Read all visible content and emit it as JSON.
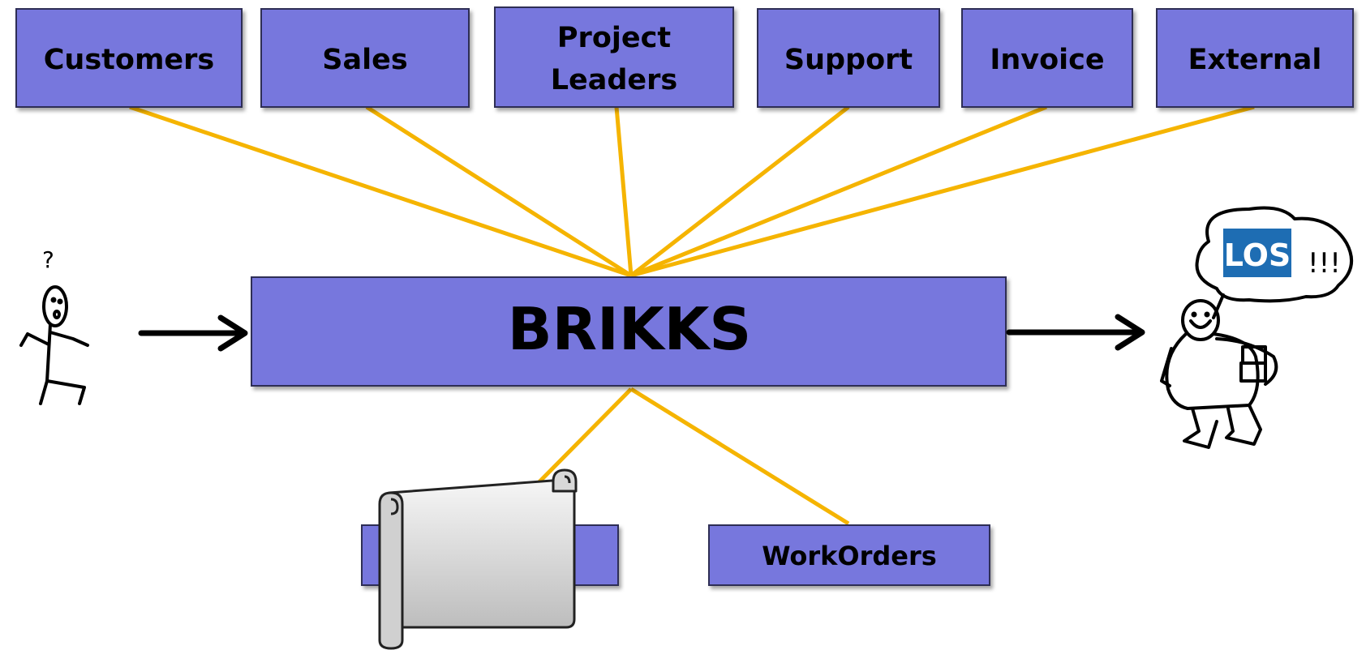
{
  "top_boxes": [
    {
      "label": "Customers"
    },
    {
      "label": "Sales"
    },
    {
      "label_line1": "Project",
      "label_line2": "Leaders"
    },
    {
      "label": "Support"
    },
    {
      "label": "Invoice"
    },
    {
      "label": "External"
    }
  ],
  "center_box": {
    "label": "BRIKKS"
  },
  "bottom_boxes": [
    {
      "label": ""
    },
    {
      "label": "WorkOrders"
    }
  ],
  "thought_bubble": {
    "logo_text": "LOS",
    "exclamation": "!!!"
  },
  "question_mark": "?",
  "colors": {
    "box_fill": "#7777dd",
    "box_border": "#2e2e55",
    "connector": "#f5b400",
    "arrow": "#000000",
    "logo_blue": "#1e6db3"
  },
  "icons": {
    "left_figure": "confused-stick-figure-icon",
    "right_figure": "happy-stick-figure-icon",
    "scroll": "document-scroll-icon",
    "logo": "los-logo-icon"
  }
}
